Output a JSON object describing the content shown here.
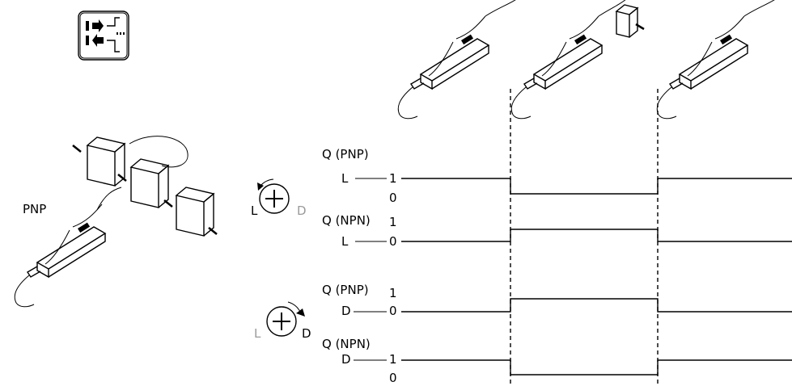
{
  "side_label": "PNP",
  "rotary_light": {
    "left_letter": "L",
    "right_letter": "D"
  },
  "rotary_dark": {
    "left_letter": "L",
    "right_letter": "D"
  },
  "channels": [
    {
      "title": "Q (PNP)",
      "prefix": "L",
      "level_top": "1",
      "level_bottom": "0",
      "pattern": "high-low-high"
    },
    {
      "title": "Q (NPN)",
      "prefix": "L",
      "level_top": "1",
      "level_bottom": "0",
      "pattern": "low-high-low"
    },
    {
      "title": "Q (PNP)",
      "prefix": "D",
      "level_top": "1",
      "level_bottom": "0",
      "pattern": "low-high-low"
    },
    {
      "title": "Q (NPN)",
      "prefix": "D",
      "level_top": "1",
      "level_bottom": "0",
      "pattern": "high-low-high"
    }
  ],
  "icons": [
    "mode-symbol-icon",
    "fiber-amplifier-icon",
    "object-box-icon",
    "potentiometer-icon"
  ]
}
